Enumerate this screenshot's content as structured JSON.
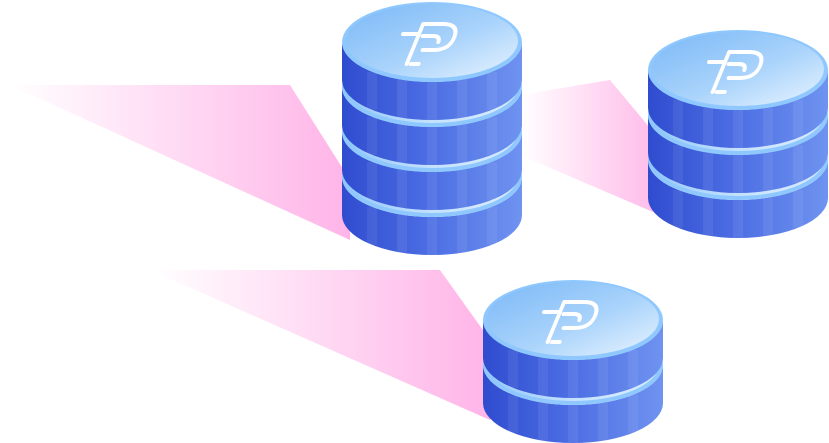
{
  "illustration": {
    "stacks": [
      {
        "coins": 4
      },
      {
        "coins": 3
      },
      {
        "coins": 2
      }
    ],
    "icon": "pyusd-logo-icon",
    "colors": {
      "coin_side_dark": "#3a55d6",
      "coin_side_light": "#5b82ea",
      "coin_rim": "#8fc8ff",
      "coin_top_light": "#d8ecff",
      "coin_top_dark": "#78b6f6",
      "trail": "#ff9be0"
    }
  }
}
